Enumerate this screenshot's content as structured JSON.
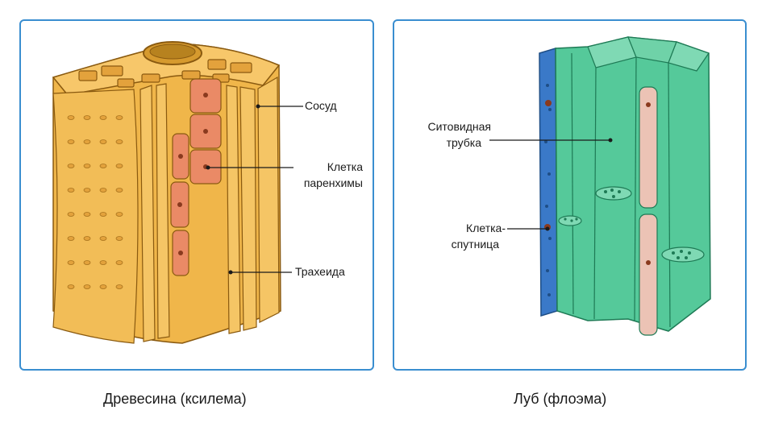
{
  "xylem": {
    "caption": "Древесина (ксилема)",
    "labels": {
      "vessel": "Сосуд",
      "parenchyma_line1": "Клетка",
      "parenchyma_line2": "паренхимы",
      "tracheid": "Трахеида"
    }
  },
  "phloem": {
    "caption": "Луб (флоэма)",
    "labels": {
      "sieve_line1": "Ситовидная",
      "sieve_line2": "трубка",
      "companion_line1": "Клетка-",
      "companion_line2": "спутница"
    }
  },
  "colors": {
    "frame": "#3a8ed0",
    "xylem": "#f0b64a",
    "phloem": "#55c99a",
    "parenchyma": "#ea8a66",
    "companion": "#3a79c8"
  }
}
